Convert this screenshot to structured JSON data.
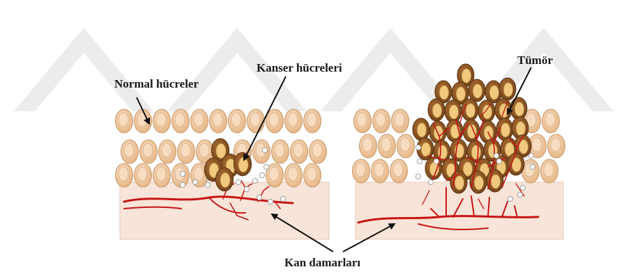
{
  "labels": {
    "normal_cells": "Normal hücreler",
    "cancer_cells": "Kanser hücreleri",
    "tumor": "Tümör",
    "blood_vessels": "Kan damarları"
  },
  "colors": {
    "background": "#ffffff",
    "watermark": "#ececec",
    "tissue": "#f8e4d8",
    "tissue_border": "#e6c6b4",
    "normal_cell": "#eec39a",
    "normal_cell_border": "#c99a6c",
    "normal_nucleus": "#f8dcc0",
    "cancer_cell": "#8a5524",
    "cancer_cell_border": "#5c3512",
    "cancer_nucleus": "#f0c87e",
    "vessel": "#c81414",
    "free_cell_fill": "#ffffff",
    "free_cell_stroke": "#9a9a9a",
    "arrow": "#111111"
  }
}
